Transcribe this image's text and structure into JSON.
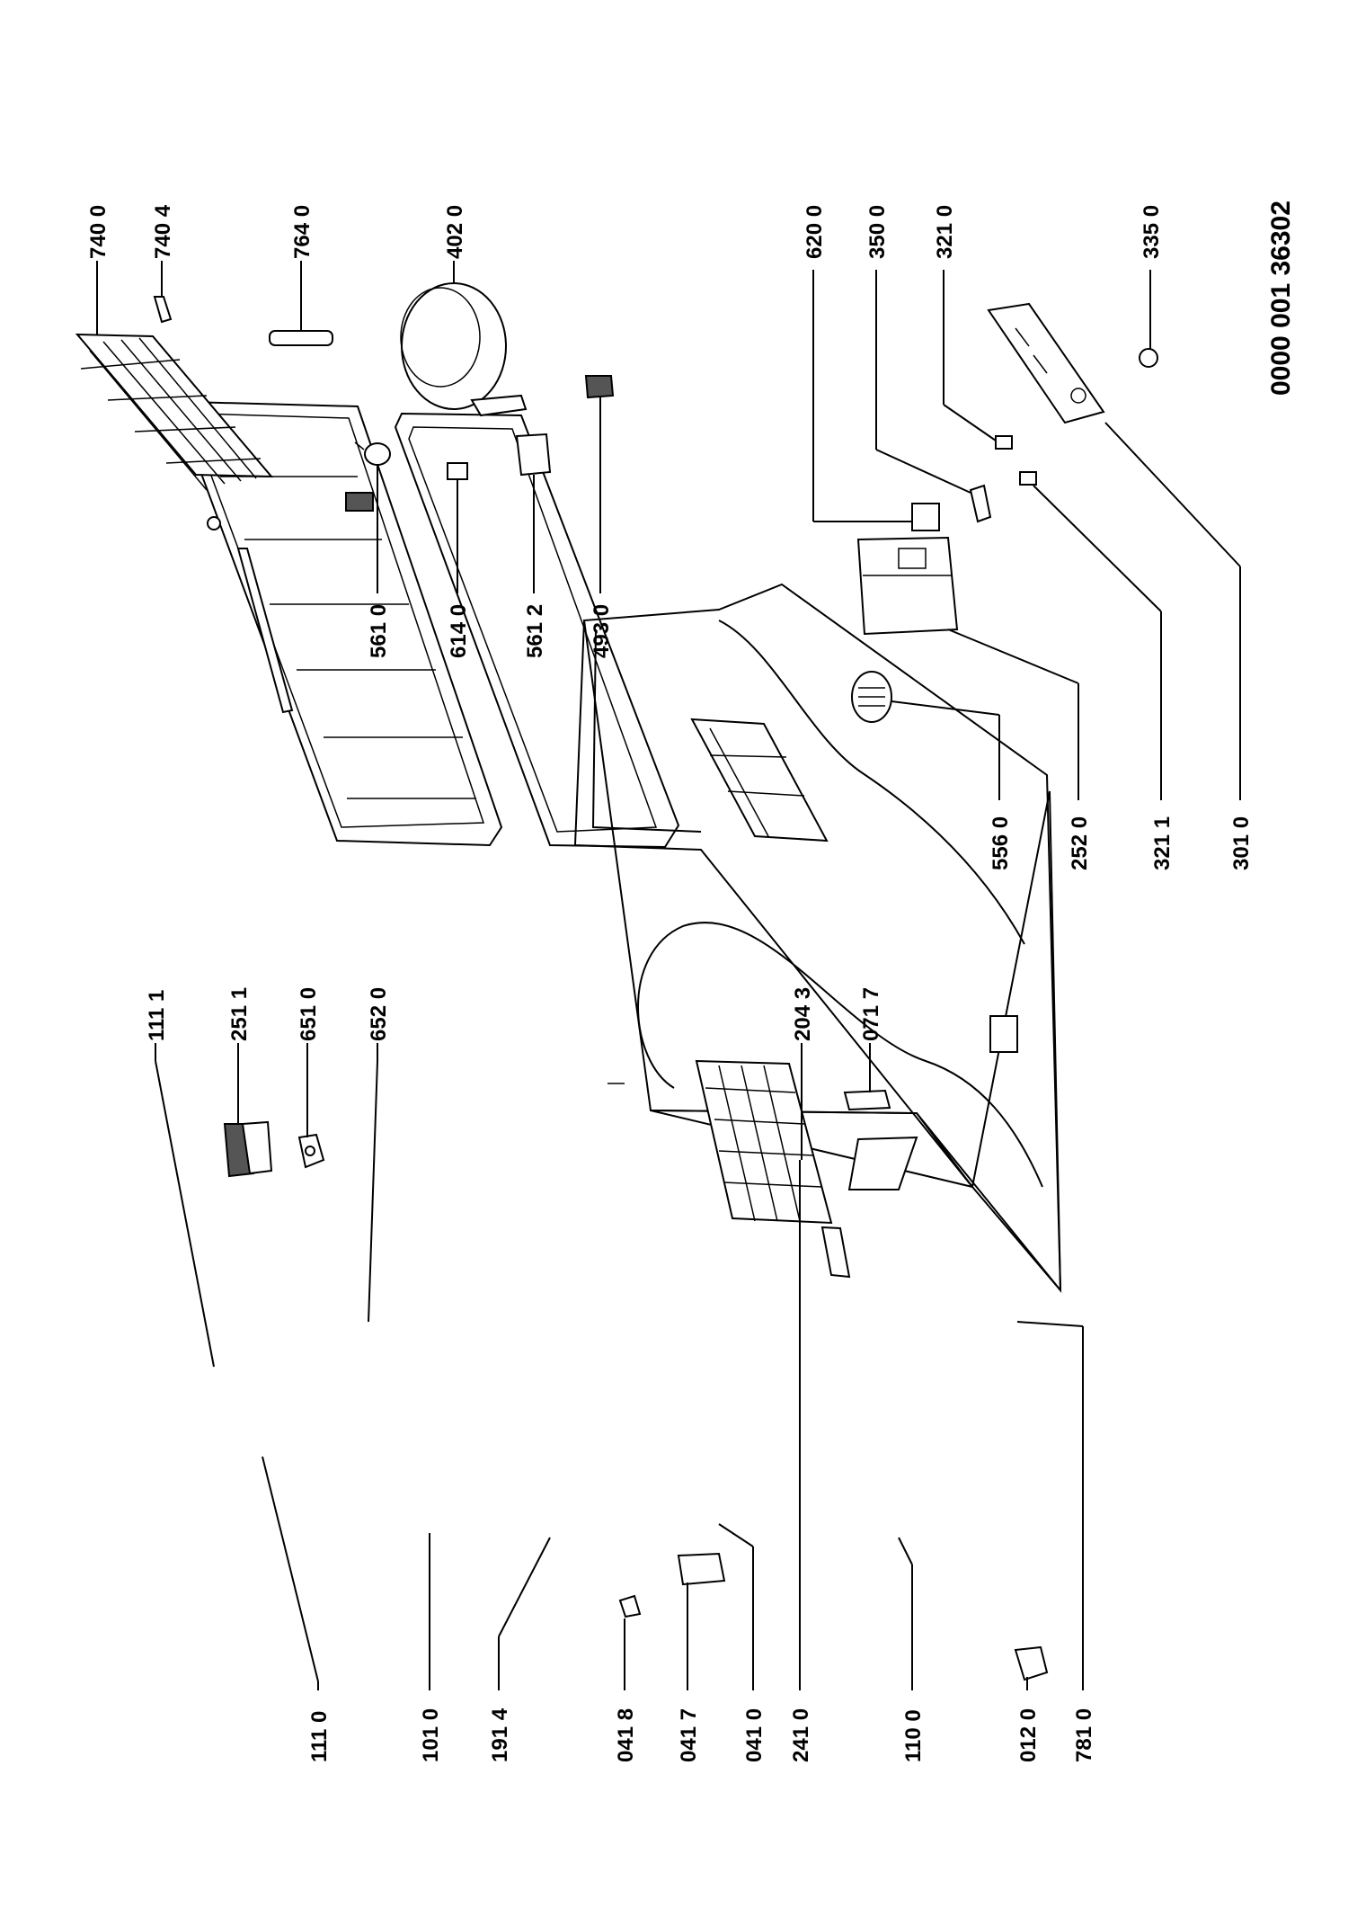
{
  "document_number": "0000 001 36302",
  "callouts": {
    "p111_1": "111 1",
    "p251_1": "251 1",
    "p651_0": "651 0",
    "p652_0": "652 0",
    "p204_3": "204 3",
    "p071_7": "071 7",
    "p111_0": "111 0",
    "p101_0": "101 0",
    "p191_4": "191 4",
    "p041_8": "041 8",
    "p041_7": "041 7",
    "p041_0": "041 0",
    "p241_0": "241 0",
    "p110_0": "110 0",
    "p012_0": "012 0",
    "p781_0": "781 0",
    "p740_0": "740 0",
    "p740_4": "740 4",
    "p764_0": "764 0",
    "p402_0": "402 0",
    "p561_0": "561 0",
    "p614_0": "614 0",
    "p561_2": "561 2",
    "p493_0": "493 0",
    "p620_0": "620 0",
    "p350_0": "350 0",
    "p321_0": "321 0",
    "p335_0": "335 0",
    "p556_0": "556 0",
    "p252_0": "252 0",
    "p321_1": "321 1",
    "p301_0": "301 0"
  }
}
